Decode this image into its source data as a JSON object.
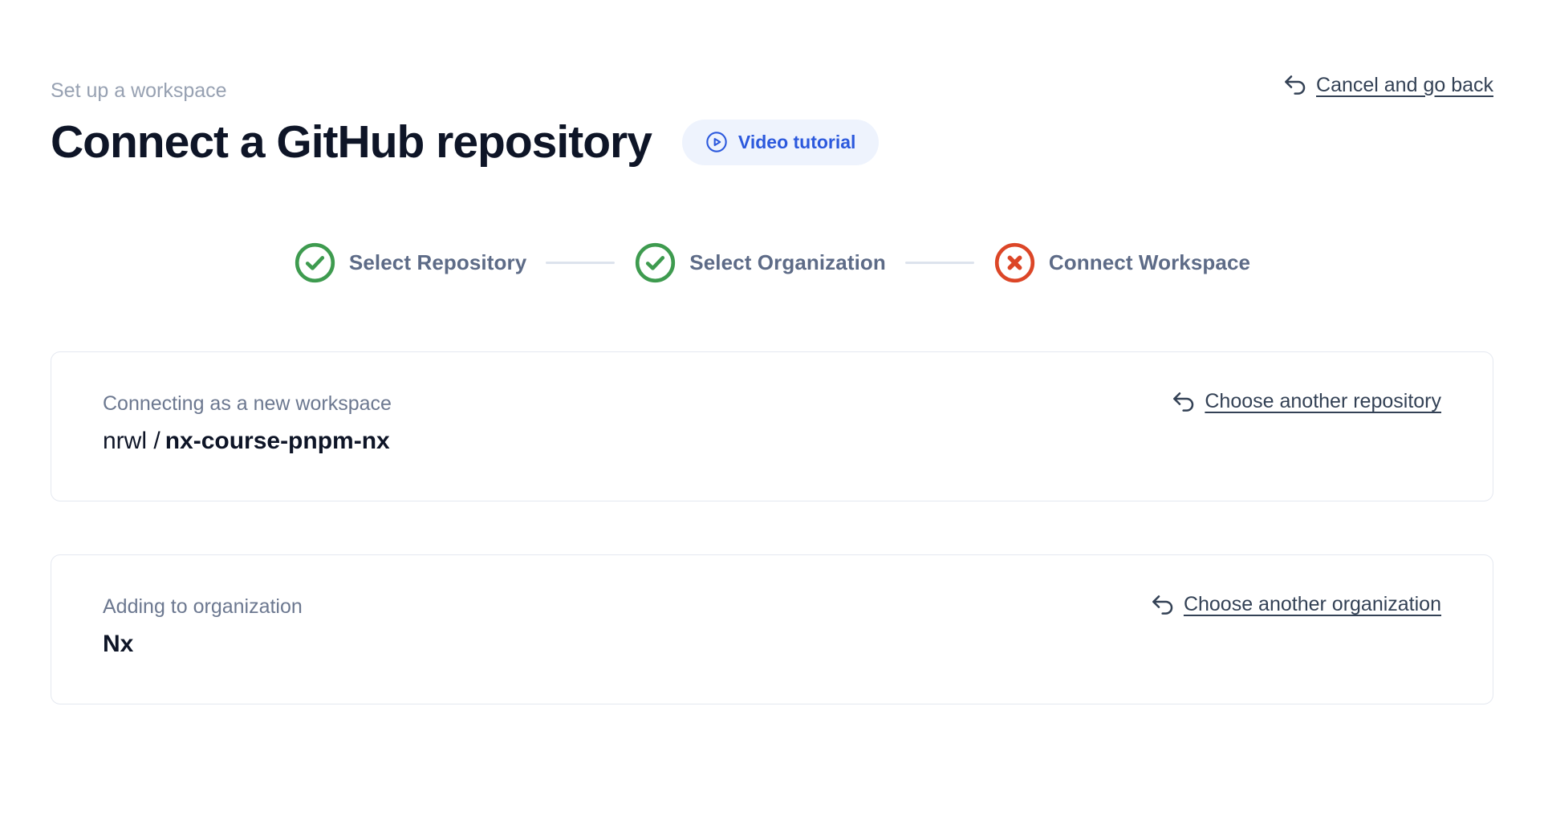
{
  "page": {
    "eyebrow": "Set up a workspace",
    "title": "Connect a GitHub repository",
    "video_tutorial_label": "Video tutorial",
    "cancel_link_label": "Cancel and go back"
  },
  "stepper": {
    "steps": [
      {
        "label": "Select Repository",
        "status": "complete",
        "icon": "check-circle-icon"
      },
      {
        "label": "Select Organization",
        "status": "complete",
        "icon": "check-circle-icon"
      },
      {
        "label": "Connect Workspace",
        "status": "error",
        "icon": "x-circle-icon"
      }
    ]
  },
  "cards": {
    "repository": {
      "label": "Connecting as a new workspace",
      "owner": "nrwl /",
      "repo": "nx-course-pnpm-nx",
      "action_label": "Choose another repository",
      "action_icon": "undo-arrow-icon"
    },
    "organization": {
      "label": "Adding to organization",
      "name": "Nx",
      "action_label": "Choose another organization",
      "action_icon": "undo-arrow-icon"
    }
  },
  "icons": {
    "video_tutorial": "play-circle-icon",
    "cancel": "undo-arrow-icon",
    "step_complete": "check-circle-icon",
    "step_error": "x-circle-icon"
  },
  "colors": {
    "success": "#3e9b4f",
    "error": "#dc4627",
    "accent_blue": "#2c59dd",
    "badge_bg": "#eef3fd",
    "link_text": "#334155",
    "heading_text": "#0e1527",
    "muted_text": "#97a1b2",
    "step_label": "#5d6b87",
    "card_label": "#6c7890",
    "card_border": "#e4e8f0",
    "connector": "#dde3ed"
  }
}
